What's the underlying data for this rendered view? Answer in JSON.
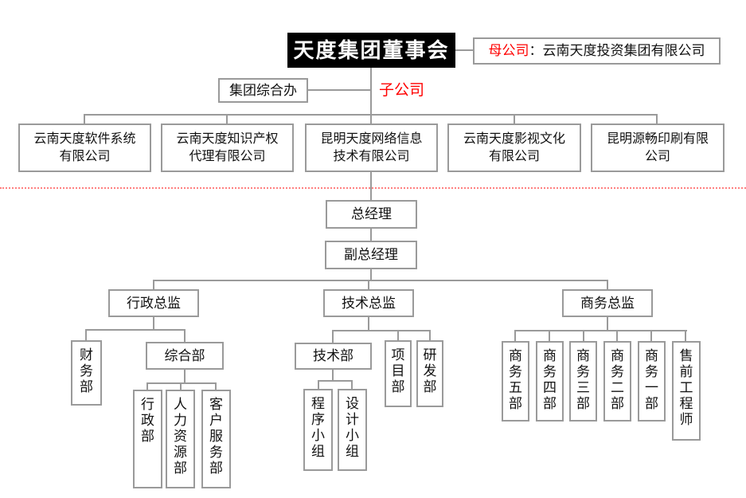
{
  "colors": {
    "box_border": "#9a9a9a",
    "connector_line": "#9a9a9a",
    "accent_red": "#ff0000",
    "divider_dotted_red": "#ff8080",
    "title_bg": "#000000",
    "title_fg": "#ffffff"
  },
  "header": {
    "board_title": "天度集团董事会",
    "parent_label": "母公司",
    "parent_colon": "：",
    "parent_name": "云南天度投资集团有限公司",
    "group_office": "集团综合办",
    "subsidiary_label": "子公司"
  },
  "subsidiaries": [
    "云南天度软件系统\n有限公司",
    "云南天度知识产权\n代理有限公司",
    "昆明天度网络信息\n技术有限公司",
    "云南天度影视文化\n有限公司",
    "昆明源畅印刷有限\n公司"
  ],
  "management": {
    "general_manager": "总经理",
    "deputy_general_manager": "副总经理"
  },
  "admin_branch": {
    "director": "行政总监",
    "finance_dept": "财务部",
    "general_dept": "综合部",
    "children": [
      "行政部",
      "人力资源部",
      "客户服务部"
    ]
  },
  "tech_branch": {
    "director": "技术总监",
    "tech_dept": "技术部",
    "project_dept": "项目部",
    "rnd_dept": "研发部",
    "children": [
      "程序小组",
      "设计小组"
    ]
  },
  "biz_branch": {
    "director": "商务总监",
    "children": [
      "商务五部",
      "商务四部",
      "商务三部",
      "商务二部",
      "商务一部",
      "售前工程师"
    ]
  }
}
